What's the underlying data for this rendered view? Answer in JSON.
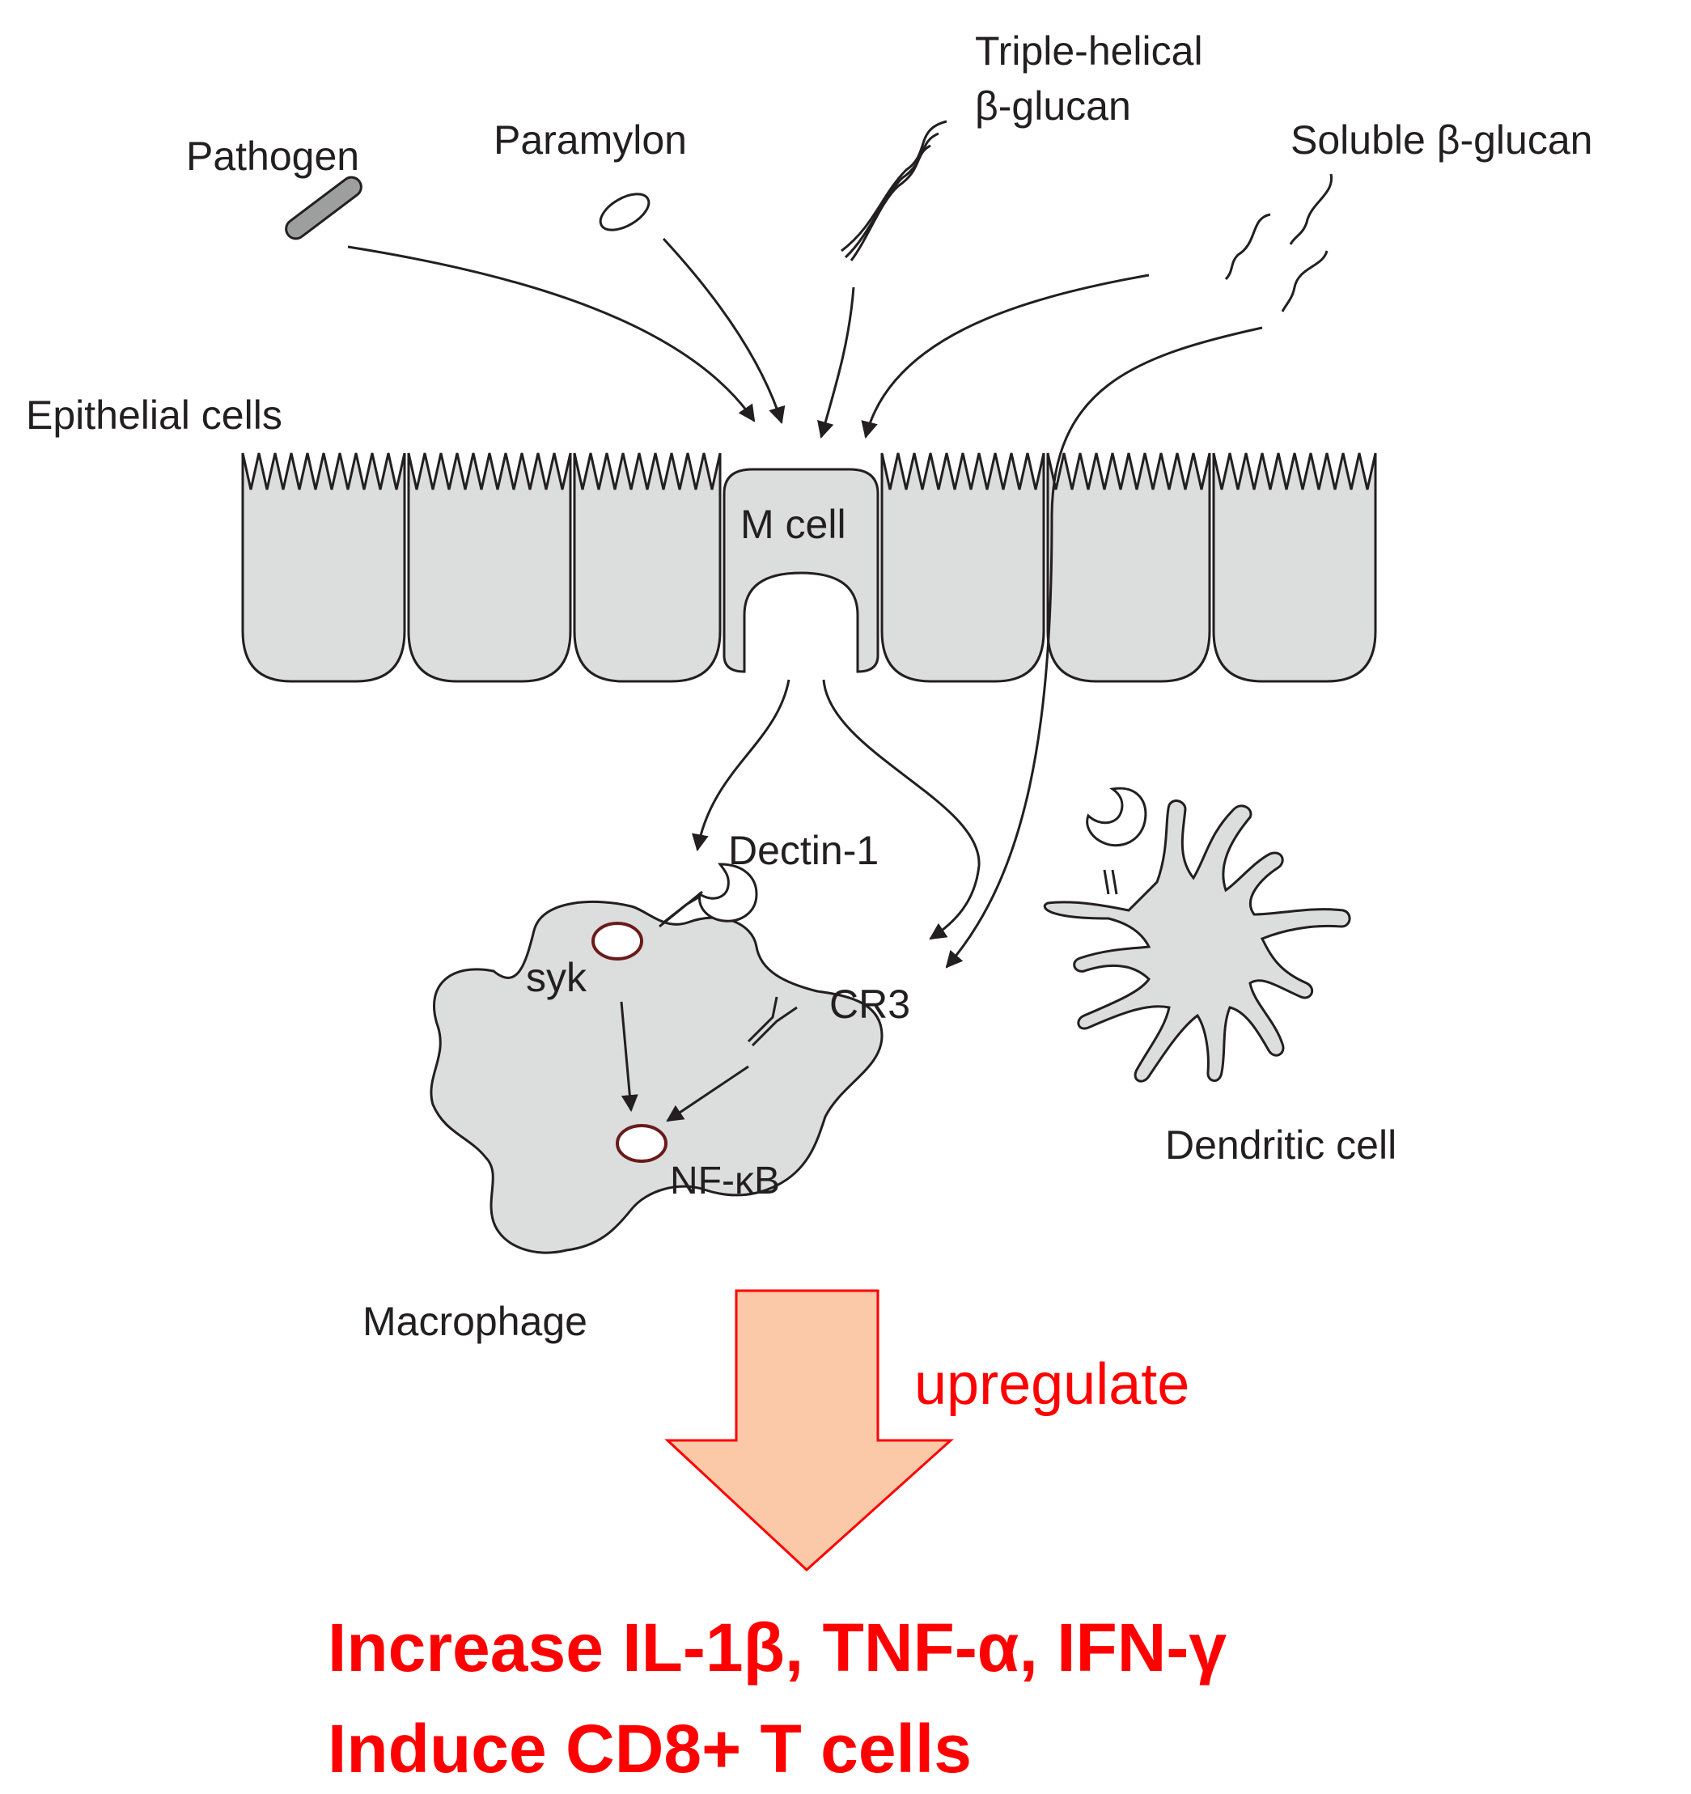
{
  "labels": {
    "pathogen": "Pathogen",
    "paramylon": "Paramylon",
    "triple_helical_line1": "Triple-helical",
    "triple_helical_line2": "β-glucan",
    "soluble": "Soluble β-glucan",
    "epithelial": "Epithelial cells",
    "m_cell": "M cell",
    "dectin": "Dectin-1",
    "syk": "syk",
    "cr3": "CR3",
    "nfkb": "NF-κB",
    "macrophage": "Macrophage",
    "dendritic": "Dendritic cell",
    "upregulate": "upregulate",
    "result_line1": "Increase IL-1β, TNF-α, IFN-γ",
    "result_line2": "Induce CD8+ T cells"
  },
  "colors": {
    "cell_fill": "#dcdddd",
    "line": "#231f20",
    "accent_red": "#ff0000",
    "arrow_fill": "#fbc9a8",
    "node_outline": "#6b1a1a"
  }
}
